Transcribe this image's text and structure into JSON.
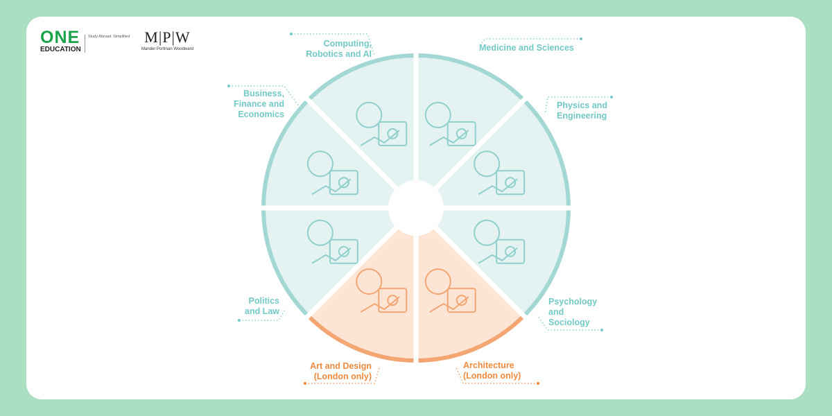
{
  "logos": {
    "one_education": {
      "word": "ONE",
      "sub": "EDUCATION",
      "tagline": "Study Abroad. Simplified"
    },
    "mpw": {
      "mark": "M|P|W",
      "name": "Mander Portman Woodward"
    }
  },
  "colors": {
    "teal_fill": "#e4f2f1",
    "teal_arc": "#a3d7d4",
    "teal_text": "#72c9c5",
    "orange_fill": "#fde5d6",
    "orange_arc": "#f3a572",
    "orange_text": "#f08a3e",
    "background": "#acdfc1"
  },
  "sectors": [
    {
      "label": "Medicine and Sciences",
      "icon": "dna-microscope-stethoscope-icon",
      "theme": "teal"
    },
    {
      "label": "Physics and Engineering",
      "icon": "atom-gears-pi-icon",
      "theme": "teal"
    },
    {
      "label": "Psychology and Sociology",
      "icon": "head-puzzle-lightbulb-icon",
      "theme": "teal"
    },
    {
      "label": "Architecture (London only)",
      "icon": "house-blueprint-ruler-icon",
      "theme": "orange"
    },
    {
      "label": "Art and Design (London only)",
      "icon": "palette-painting-icon",
      "theme": "orange"
    },
    {
      "label": "Politics and Law",
      "icon": "scales-handshake-icon",
      "theme": "teal"
    },
    {
      "label": "Business, Finance and Economics",
      "icon": "globe-chart-banknote-icon",
      "theme": "teal"
    },
    {
      "label": "Computing, Robotics and AI",
      "icon": "robot-arm-cloud-icon",
      "theme": "teal"
    }
  ],
  "labels": {
    "medicine": [
      "Medicine and Sciences"
    ],
    "physics": [
      "Physics and",
      "Engineering"
    ],
    "psychology": [
      "Psychology",
      "and",
      "Sociology"
    ],
    "architecture": [
      "Architecture",
      "(London only)"
    ],
    "art": [
      "Art and Design",
      "(London only)"
    ],
    "politics": [
      "Politics",
      "and Law"
    ],
    "business": [
      "Business,",
      "Finance and",
      "Economics"
    ],
    "computing": [
      "Computing,",
      "Robotics and AI"
    ]
  }
}
